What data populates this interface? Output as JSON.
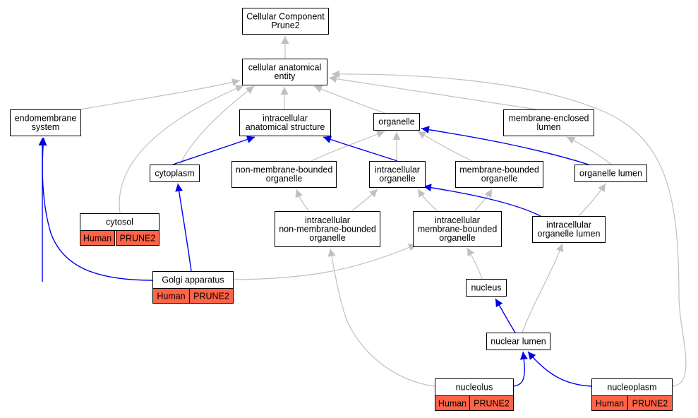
{
  "colors": {
    "node_fill": "#ffffff",
    "node_border": "#000000",
    "annotation_fill": "#ff6347",
    "edge_is_a": "#c0c0c0",
    "edge_part_of": "#0000ee"
  },
  "nodes": {
    "root": [
      "Cellular Component",
      "Prune2"
    ],
    "cae": [
      "cellular anatomical",
      "entity"
    ],
    "endo": [
      "endomembrane",
      "system"
    ],
    "ias": [
      "intracellular",
      "anatomical structure"
    ],
    "org": [
      "organelle"
    ],
    "mel": [
      "membrane-enclosed",
      "lumen"
    ],
    "cyto": [
      "cytoplasm"
    ],
    "nmbo": [
      "non-membrane-bounded",
      "organelle"
    ],
    "io": [
      "intracellular",
      "organelle"
    ],
    "mbo": [
      "membrane-bounded",
      "organelle"
    ],
    "ol": [
      "organelle lumen"
    ],
    "cytosol": [
      "cytosol"
    ],
    "inmbo": [
      "intracellular",
      "non-membrane-bounded",
      "organelle"
    ],
    "imbo": [
      "intracellular",
      "membrane-bounded",
      "organelle"
    ],
    "iol": [
      "intracellular",
      "organelle lumen"
    ],
    "golgi": [
      "Golgi apparatus"
    ],
    "nucleus": [
      "nucleus"
    ],
    "nl": [
      "nuclear lumen"
    ],
    "nucleolus": [
      "nucleolus"
    ],
    "nucleoplasm": [
      "nucleoplasm"
    ]
  },
  "annotations": {
    "cytosol": [
      "Human",
      "PRUNE2"
    ],
    "golgi": [
      "Human",
      "PRUNE2"
    ],
    "nucleolus": [
      "Human",
      "PRUNE2"
    ],
    "nucleoplasm": [
      "Human",
      "PRUNE2"
    ]
  }
}
